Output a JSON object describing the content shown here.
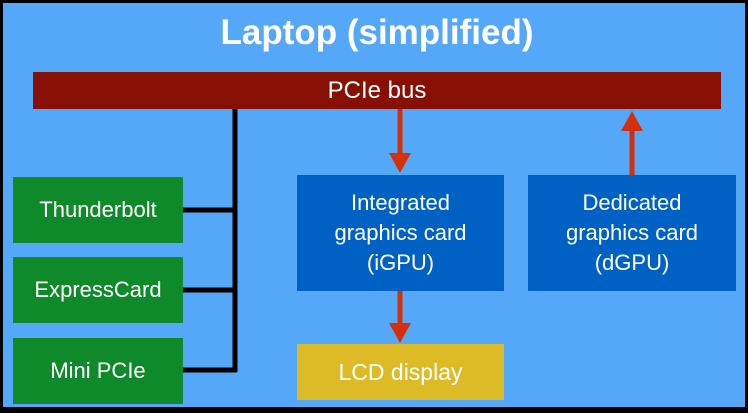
{
  "title": "Laptop (simplified)",
  "bus": {
    "label": "PCIe bus"
  },
  "ports": [
    {
      "label": "Thunderbolt"
    },
    {
      "label": "ExpressCard"
    },
    {
      "label": "Mini PCIe"
    }
  ],
  "igpu": {
    "line1": "Integrated",
    "line2": "graphics card",
    "line3": "(iGPU)"
  },
  "dgpu": {
    "line1": "Dedicated",
    "line2": "graphics card",
    "line3": "(dGPU)"
  },
  "display": {
    "label": "LCD display"
  },
  "colors": {
    "background": "#55a8f7",
    "bus": "#851003",
    "port": "#0f8a2a",
    "gpu": "#0061c4",
    "display": "#ddbb26",
    "arrow": "#d4300b"
  }
}
